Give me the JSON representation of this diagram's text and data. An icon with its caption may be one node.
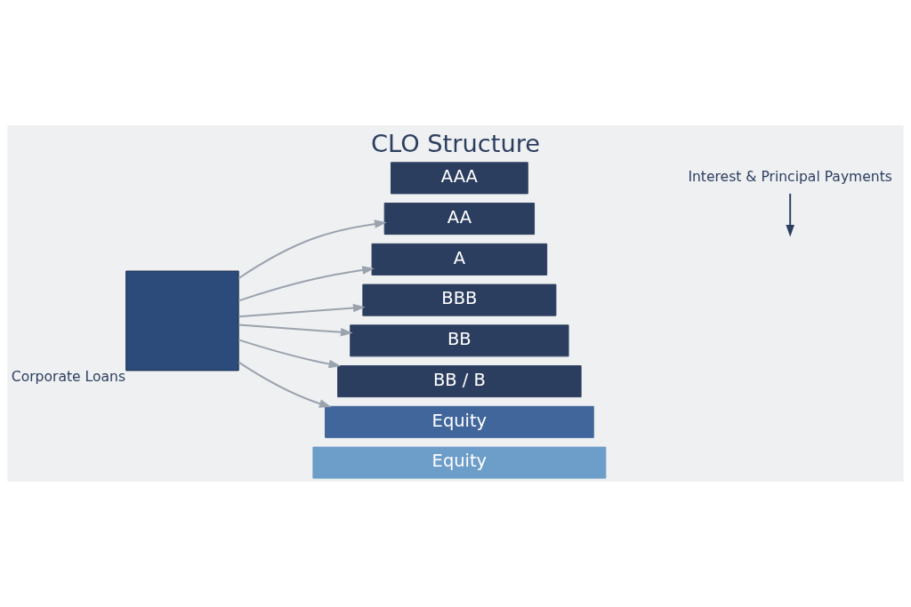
{
  "diagram": {
    "title": "CLO Structure",
    "nodes": [
      {
        "text": [],
        "shape": "box",
        "beside": [
          "Corporate Loans"
        ]
      },
      {
        "text": [
          "AAA"
        ]
      },
      {
        "text": [
          "AA"
        ]
      },
      {
        "text": [
          "A"
        ]
      },
      {
        "text": [
          "BBB"
        ]
      },
      {
        "text": [
          "BB"
        ]
      },
      {
        "text": [
          "BB / B"
        ]
      },
      {
        "text": [
          "Equity"
        ]
      },
      {
        "text": [
          "Equity"
        ]
      },
      {
        "text": [
          "Interest & Principal Payments"
        ]
      }
    ],
    "edges": [
      {
        "from": 0,
        "to": 2,
        "arrow": "to"
      },
      {
        "from": 0,
        "to": 3,
        "arrow": "to"
      },
      {
        "from": 0,
        "to": 4,
        "arrow": "to"
      },
      {
        "from": 0,
        "to": 5,
        "arrow": "to"
      },
      {
        "from": 0,
        "to": 6,
        "arrow": "to"
      },
      {
        "from": 0,
        "to": 7,
        "arrow": "to"
      },
      {
        "from": 9,
        "to": null,
        "arrow": "to",
        "color": "#2c3e5f"
      }
    ]
  }
}
